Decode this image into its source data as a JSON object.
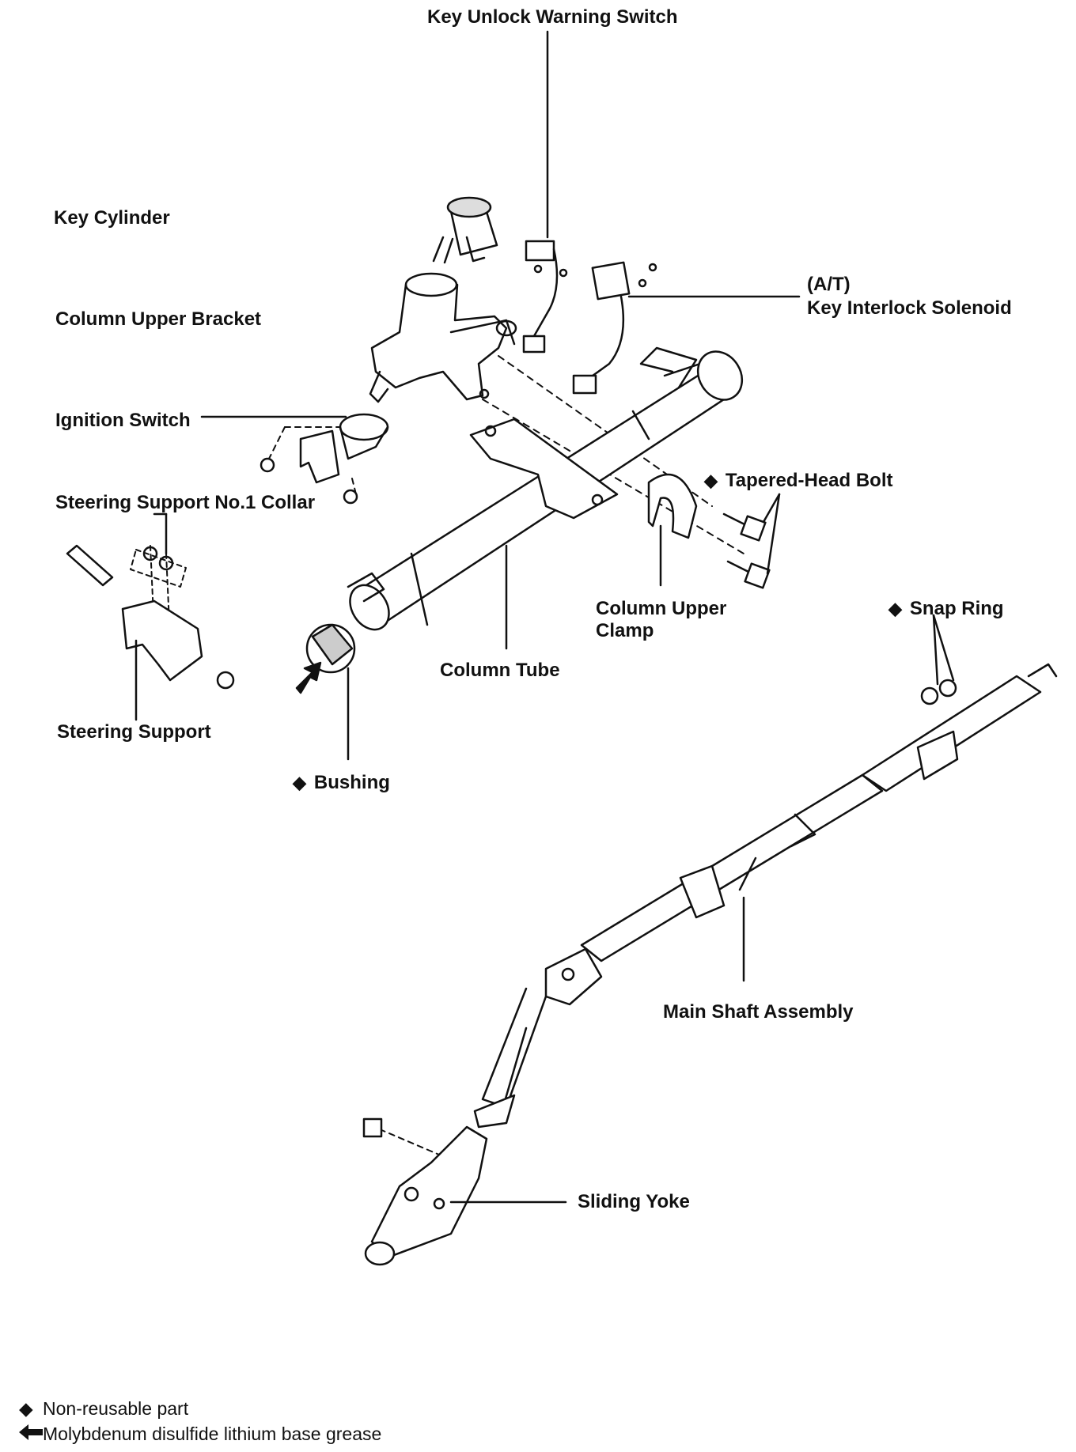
{
  "labels": {
    "key_unlock_warning_switch": "Key Unlock Warning Switch",
    "key_cylinder": "Key Cylinder",
    "column_upper_bracket": "Column Upper Bracket",
    "at_prefix": "(A/T)",
    "key_interlock_solenoid": "Key Interlock Solenoid",
    "ignition_switch": "Ignition Switch",
    "tapered_head_bolt": "Tapered-Head Bolt",
    "steering_support_no1_collar": "Steering Support No.1 Collar",
    "column_upper_clamp_line1": "Column Upper",
    "column_upper_clamp_line2": "Clamp",
    "snap_ring": "Snap Ring",
    "column_tube": "Column Tube",
    "steering_support": "Steering Support",
    "bushing": "Bushing",
    "main_shaft_assembly": "Main Shaft Assembly",
    "sliding_yoke": "Sliding Yoke"
  },
  "symbols": {
    "non_reusable_marker": "◆"
  },
  "legend": {
    "non_reusable": "Non-reusable part",
    "grease": "Molybdenum disulfide lithium base grease"
  }
}
